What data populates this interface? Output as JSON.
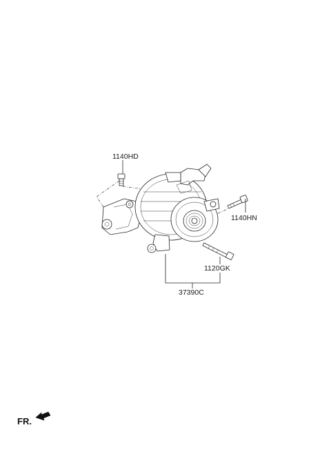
{
  "parts": [
    {
      "id": "bolt-top",
      "code": "1140HD"
    },
    {
      "id": "bolt-right",
      "code": "1140HN"
    },
    {
      "id": "bolt-long",
      "code": "1120GK"
    },
    {
      "id": "assembly",
      "code": "37390C"
    }
  ],
  "direction_marker": {
    "label": "FR.",
    "icon": "arrow-icon"
  }
}
